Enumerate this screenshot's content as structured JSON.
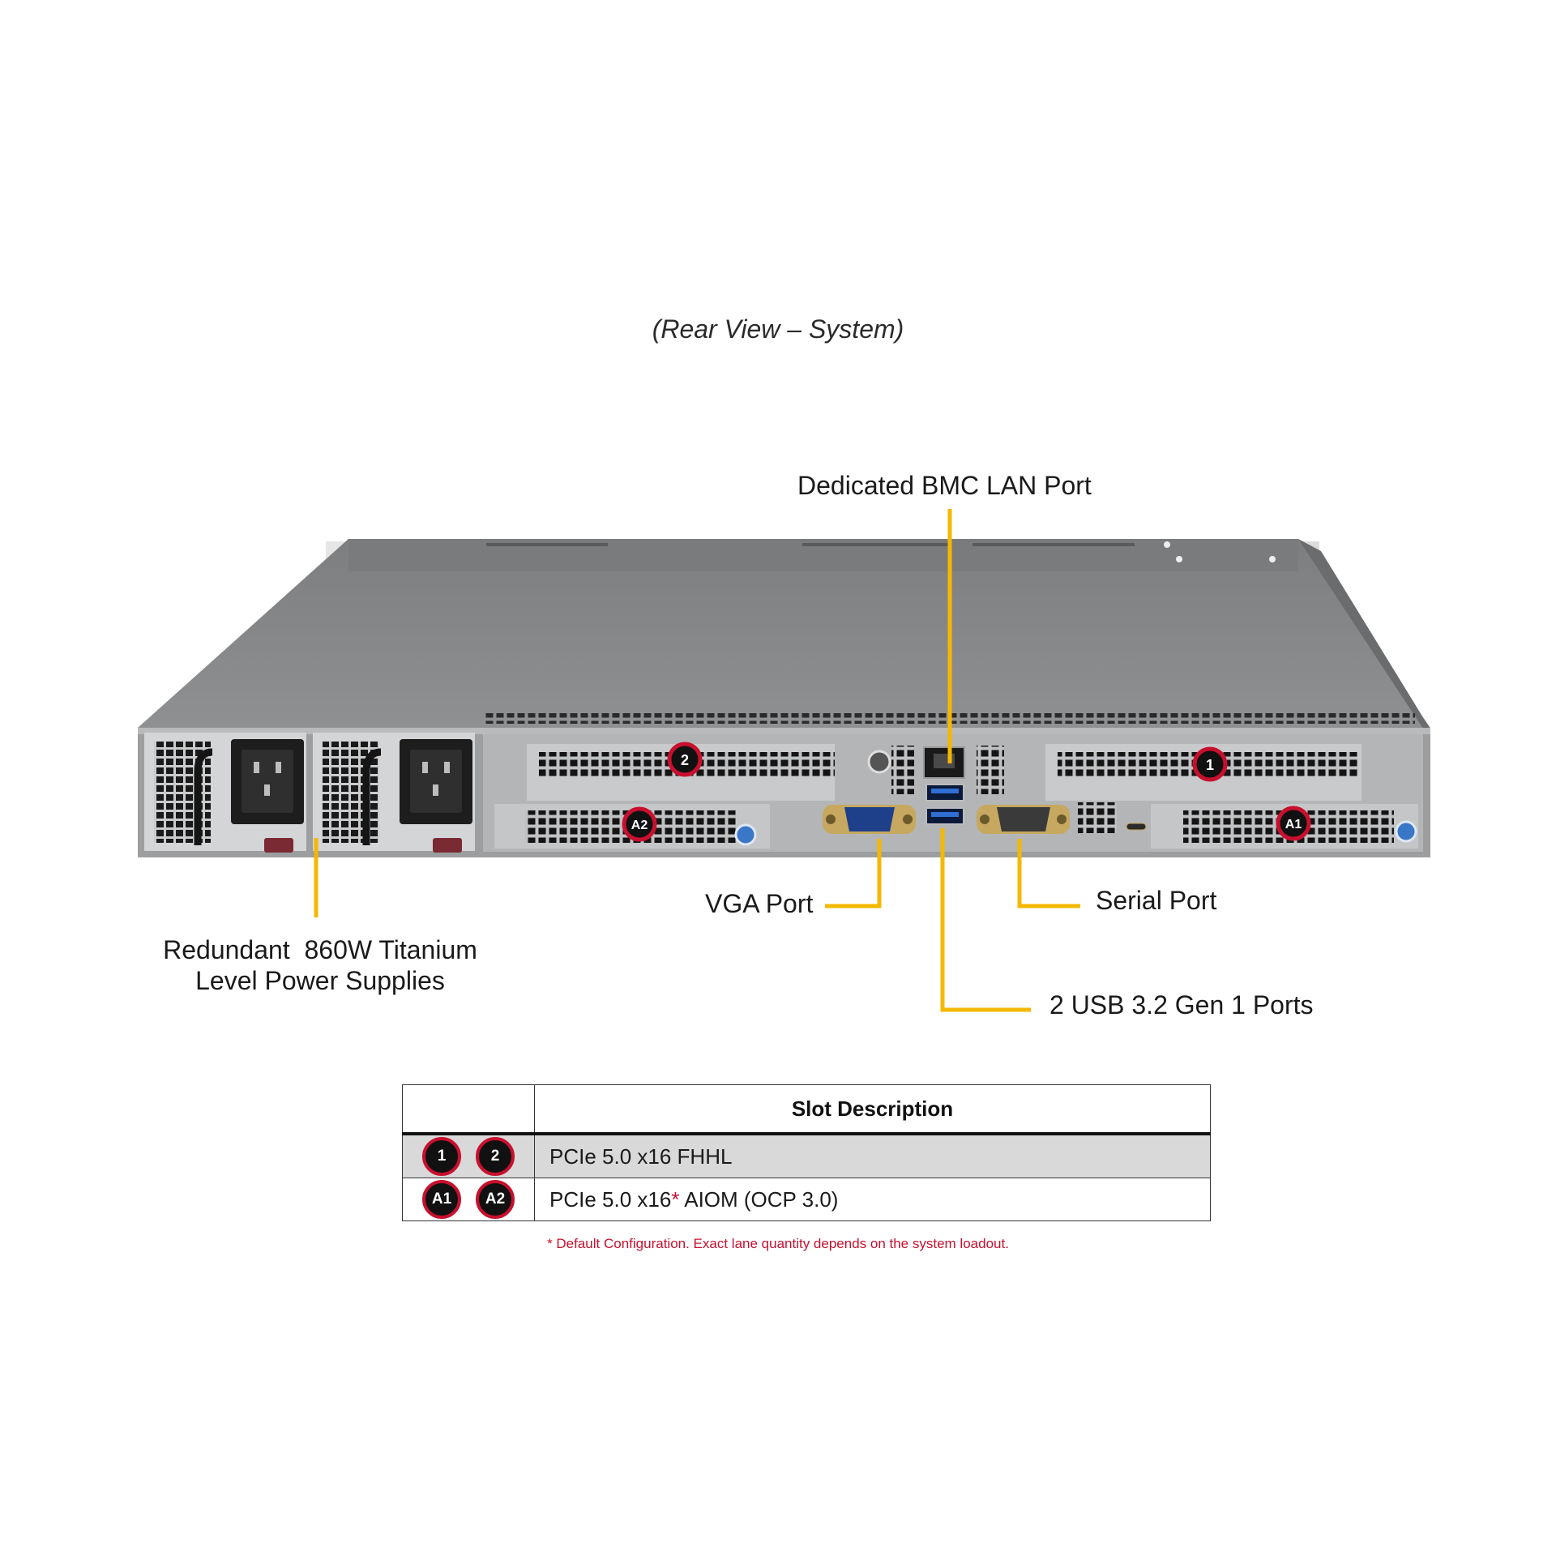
{
  "title": "(Rear View – System)",
  "callouts": {
    "bmc_lan": "Dedicated BMC LAN Port",
    "vga": "VGA Port",
    "serial": "Serial Port",
    "usb": "2 USB 3.2 Gen 1 Ports",
    "psu_line1": "Redundant  860W Titanium",
    "psu_line2": "Level Power Supplies"
  },
  "slot_markers": {
    "slot1": "1",
    "slot2": "2",
    "slotA1": "A1",
    "slotA2": "A2"
  },
  "table": {
    "header": "Slot Description",
    "rows": [
      {
        "badges": [
          "1",
          "2"
        ],
        "desc": "PCIe 5.0 x16 FHHL",
        "asterisk": "",
        "desc_suffix": ""
      },
      {
        "badges": [
          "A1",
          "A2"
        ],
        "desc": "PCIe 5.0 x16",
        "asterisk": "*",
        "desc_suffix": " AIOM (OCP 3.0)"
      }
    ]
  },
  "footnote": "* Default Configuration. Exact lane quantity depends on the system loadout.",
  "colors": {
    "leader": "#f5b800",
    "badge_ring": "#c8102e",
    "chassis": "#8a8b8d"
  }
}
